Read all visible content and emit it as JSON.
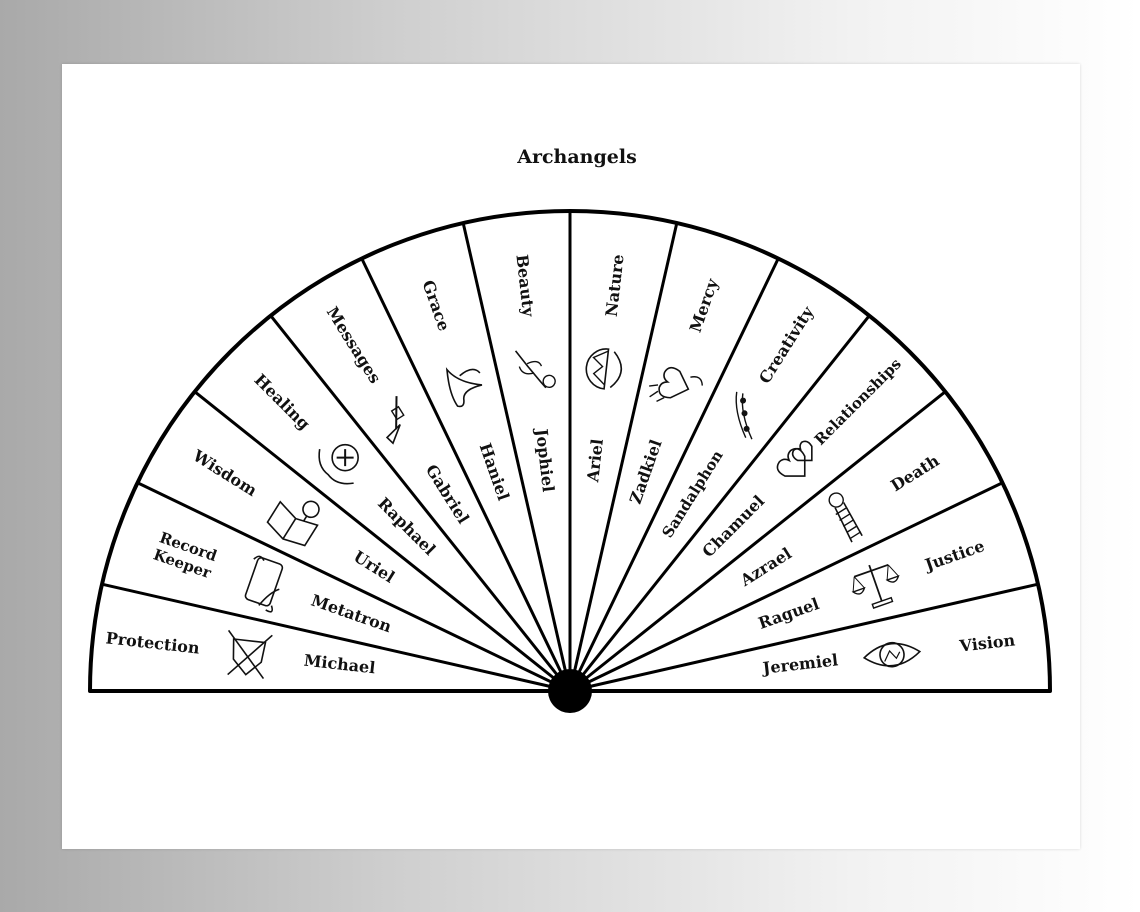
{
  "title": "Archangels",
  "segments": [
    {
      "quality": "Protection",
      "quality_lines": [
        "Protection"
      ],
      "angel": "Michael",
      "icon": "shield-swords-icon"
    },
    {
      "quality": "Record Keeper",
      "quality_lines": [
        "Record",
        "Keeper"
      ],
      "angel": "Metatron",
      "icon": "scroll-quill-icon"
    },
    {
      "quality": "Wisdom",
      "quality_lines": [
        "Wisdom"
      ],
      "angel": "Uriel",
      "icon": "book-lightbulb-icon"
    },
    {
      "quality": "Healing",
      "quality_lines": [
        "Healing"
      ],
      "angel": "Raphael",
      "icon": "healing-hands-icon"
    },
    {
      "quality": "Messages",
      "quality_lines": [
        "Messages"
      ],
      "angel": "Gabriel",
      "icon": "trumpet-icon"
    },
    {
      "quality": "Grace",
      "quality_lines": [
        "Grace"
      ],
      "angel": "Haniel",
      "icon": "dove-icon"
    },
    {
      "quality": "Beauty",
      "quality_lines": [
        "Beauty"
      ],
      "angel": "Jophiel",
      "icon": "flower-branch-icon"
    },
    {
      "quality": "Nature",
      "quality_lines": [
        "Nature"
      ],
      "angel": "Ariel",
      "icon": "landscape-icon"
    },
    {
      "quality": "Mercy",
      "quality_lines": [
        "Mercy"
      ],
      "angel": "Zadkiel",
      "icon": "heart-hands-icon"
    },
    {
      "quality": "Creativity",
      "quality_lines": [
        "Creativity"
      ],
      "angel": "Sandalphon",
      "icon": "music-notes-icon"
    },
    {
      "quality": "Relationships",
      "quality_lines": [
        "Relationships"
      ],
      "angel": "Chamuel",
      "icon": "two-hearts-icon"
    },
    {
      "quality": "Death",
      "quality_lines": [
        "Death"
      ],
      "angel": "Azrael",
      "icon": "ladder-icon"
    },
    {
      "quality": "Justice",
      "quality_lines": [
        "Justice"
      ],
      "angel": "Raguel",
      "icon": "scales-icon"
    },
    {
      "quality": "Vision",
      "quality_lines": [
        "Vision"
      ],
      "angel": "Jeremiel",
      "icon": "eye-icon"
    }
  ]
}
